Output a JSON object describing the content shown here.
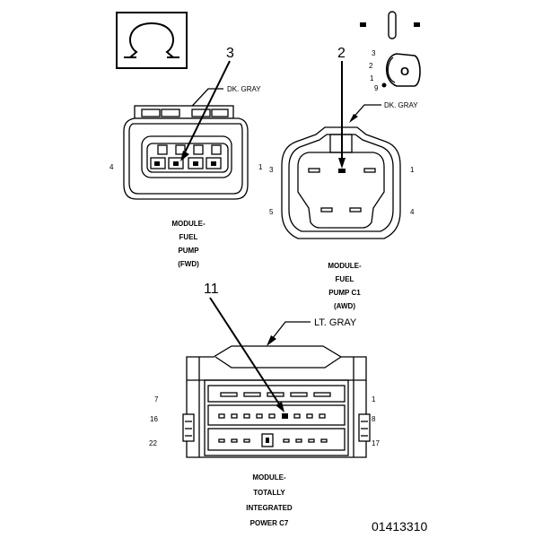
{
  "legend": {
    "ohm_symbol": "Ω",
    "disconnect_hint": [
      "3",
      "2",
      "1",
      "9"
    ],
    "letter": "O"
  },
  "connector_fwd": {
    "callout": "3",
    "color": "DK. GRAY",
    "pin_left": "4",
    "pin_right": "1",
    "caption": [
      "MODULE-",
      "FUEL",
      "PUMP",
      "(FWD)"
    ]
  },
  "connector_awd": {
    "callout": "2",
    "color": "DK. GRAY",
    "pin_top_left": "3",
    "pin_top_right": "1",
    "pin_bottom_left": "5",
    "pin_bottom_right": "4",
    "caption": [
      "MODULE-",
      "FUEL",
      "PUMP C1",
      "(AWD)"
    ]
  },
  "connector_tipm": {
    "callout": "11",
    "color": "LT. GRAY",
    "pin_row1_left": "7",
    "pin_row1_right": "1",
    "pin_row2_left": "16",
    "pin_row2_right": "8",
    "pin_row3_left": "22",
    "pin_row3_right": "17",
    "caption": [
      "MODULE-",
      "TOTALLY",
      "INTEGRATED",
      "POWER C7"
    ]
  },
  "figure_id": "01413310"
}
